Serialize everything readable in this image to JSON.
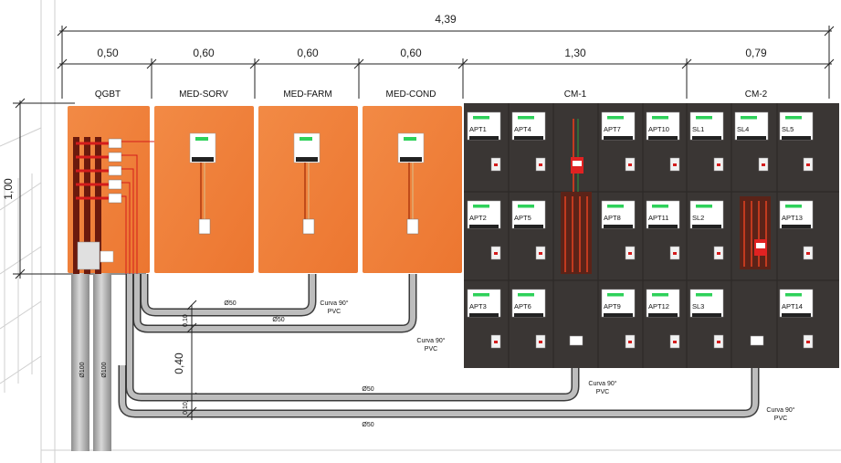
{
  "dimensions": {
    "total_width": "4,39",
    "height": "1,00",
    "pipe_spacing": "0,40",
    "segments": [
      "0,50",
      "0,60",
      "0,60",
      "0,60",
      "1,30",
      "0,79"
    ],
    "gap_upper": "0,10",
    "gap_lower": "0,10"
  },
  "panels": {
    "qgbt": "QGBT",
    "med_serv": "MED-SORV",
    "med_farm": "MED-FARM",
    "med_cond": "MED-COND",
    "cm1": "CM-1",
    "cm2": "CM-2"
  },
  "meters": {
    "cm1": [
      {
        "col": 0,
        "row": 0,
        "label": "APT1"
      },
      {
        "col": 1,
        "row": 0,
        "label": "APT4"
      },
      {
        "col": 3,
        "row": 0,
        "label": "APT7"
      },
      {
        "col": 4,
        "row": 0,
        "label": "APT10"
      },
      {
        "col": 0,
        "row": 1,
        "label": "APT2"
      },
      {
        "col": 1,
        "row": 1,
        "label": "APT5"
      },
      {
        "col": 3,
        "row": 1,
        "label": "APT8"
      },
      {
        "col": 4,
        "row": 1,
        "label": "APT11"
      },
      {
        "col": 0,
        "row": 2,
        "label": "APT3"
      },
      {
        "col": 1,
        "row": 2,
        "label": "APT6"
      },
      {
        "col": 3,
        "row": 2,
        "label": "APT9"
      },
      {
        "col": 4,
        "row": 2,
        "label": "APT12"
      }
    ],
    "cm2": [
      {
        "col": 0,
        "row": 0,
        "label": "SL1"
      },
      {
        "col": 1,
        "row": 0,
        "label": "SL4"
      },
      {
        "col": 2,
        "row": 0,
        "label": "SL5"
      },
      {
        "col": 0,
        "row": 1,
        "label": "SL2"
      },
      {
        "col": 2,
        "row": 1,
        "label": "APT13"
      },
      {
        "col": 0,
        "row": 2,
        "label": "SL3"
      },
      {
        "col": 2,
        "row": 2,
        "label": "APT14"
      }
    ]
  },
  "pipes": {
    "pipe_label": "Ø50",
    "vertical_label": "Ø100",
    "curve_line1": "Curva 90°",
    "curve_line2": "PVC"
  },
  "colors": {
    "orange_panel": "#f07f3a",
    "orange_light": "#f49a5c",
    "dark_cabinet": "#3a3634",
    "pipe_gray": "#b9b9b9",
    "pipe_dark": "#3b3b3b"
  }
}
